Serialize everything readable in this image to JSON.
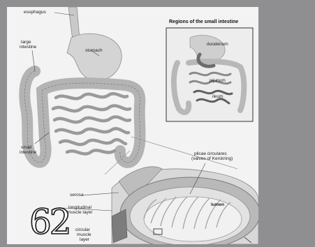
{
  "diagram": {
    "inset_title": "Regions of the small intestine",
    "labels": {
      "esophagus": "esophagus",
      "large_intestine_1": "large",
      "large_intestine_2": "intestine",
      "stomach": "stomach",
      "duodenum": "duodenum",
      "jejunum": "jejunum",
      "ileum": "ileum",
      "small_intestine_1": "small",
      "small_intestine_2": "intestine",
      "plicae_1": "plicae circulares",
      "plicae_2": "(valves of Kerckring)",
      "serosa": "serosa",
      "lumen": "lumen",
      "longitudinal_1": "longitudinal",
      "longitudinal_2": "muscle layer",
      "circular_1": "circular",
      "circular_2": "muscle",
      "circular_3": "layer"
    }
  },
  "page_number": "62",
  "colors": {
    "background": "#8f8f91",
    "panel": "#f3f3f3",
    "tissue_light": "#d6d6d6",
    "tissue_mid": "#a9a9a9",
    "tissue_dark": "#6e6e6e"
  }
}
